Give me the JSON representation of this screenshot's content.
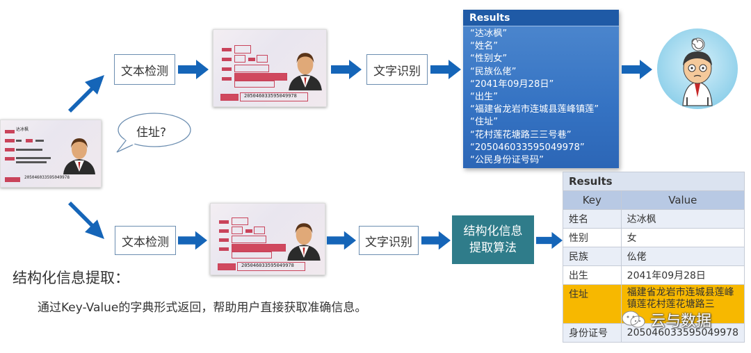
{
  "steps": {
    "text_detect_top": "文本检测",
    "ocr_top": "文字识别",
    "text_detect_bottom": "文本检测",
    "ocr_bottom": "文字识别",
    "structured_algo": "结构化信息\n提取算法"
  },
  "bubble": {
    "text": "住址?"
  },
  "results_raw": {
    "title": "Results",
    "lines": [
      "“达冰枫”",
      "“姓名”",
      "“性别女”",
      "“民族仫佬”",
      "“2041年09月28日”",
      "“出生”",
      "“福建省龙岩市连城县莲峰镇莲”",
      "“住址”",
      "“花村莲花塘路三三号巷”",
      "“205046033595049978”",
      "“公民身份证号码”"
    ]
  },
  "results_table": {
    "title": "Results",
    "headers": [
      "Key",
      "Value"
    ],
    "rows": [
      {
        "key": "姓名",
        "value": "达冰枫"
      },
      {
        "key": "性别",
        "value": "女"
      },
      {
        "key": "民族",
        "value": "仫佬"
      },
      {
        "key": "出生",
        "value": "2041年09月28日"
      },
      {
        "key": "住址",
        "value": "福建省龙岩市连城县莲峰镇莲花村莲花塘路三"
      },
      {
        "key": "身份证号",
        "value": "205046033595049978"
      }
    ]
  },
  "card": {
    "name": "达冰枫",
    "id_number": "205046033595049978"
  },
  "caption": {
    "title": "结构化信息提取：",
    "body": "通过Key-Value的字典形式返回，帮助用户直接获取准确信息。"
  },
  "watermark": {
    "text": "云与数据"
  },
  "colors": {
    "arrow": "#1565b8",
    "box_border": "#6b8db0",
    "teal_box": "#2f7c8a",
    "results_header": "#1f5aa6",
    "highlight_row": "#f7b800",
    "table_header": "#b8c9e4"
  }
}
